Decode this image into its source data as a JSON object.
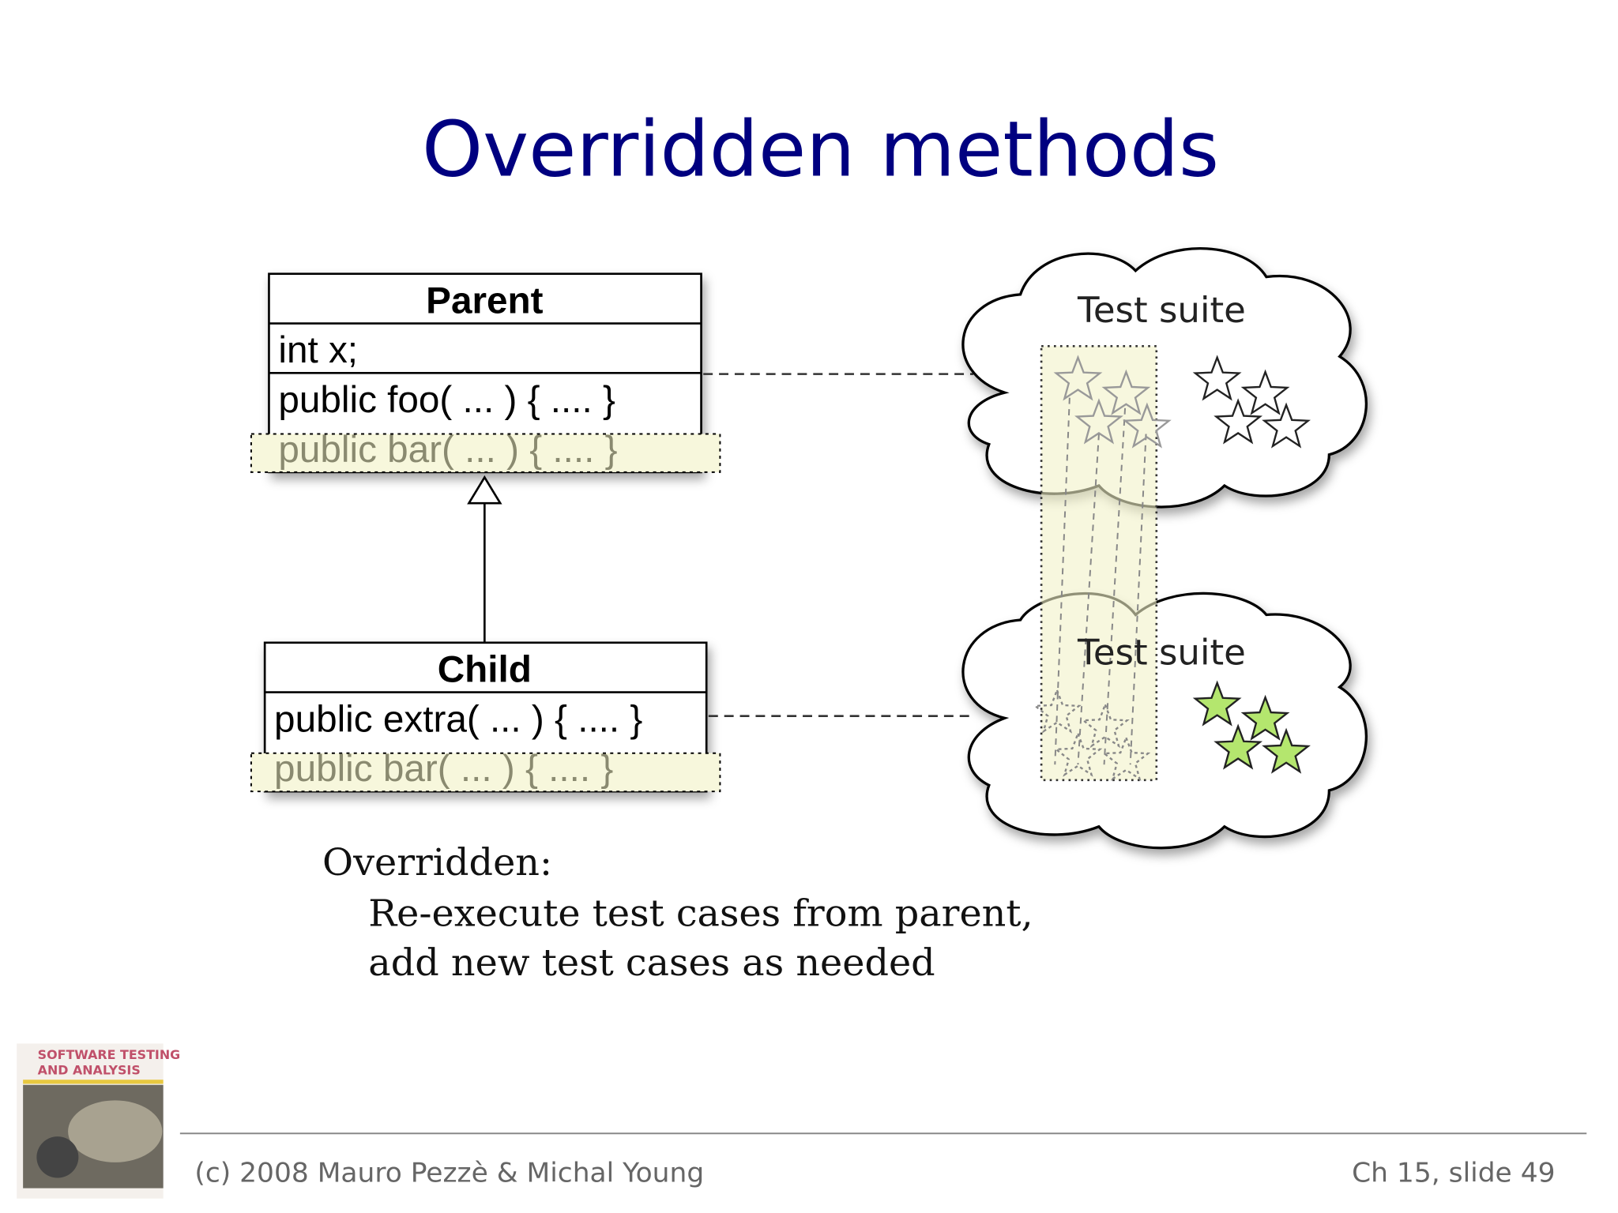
{
  "slide": {
    "title": "Overridden methods",
    "parent_class": {
      "name": "Parent",
      "field": "int x;",
      "method1": "public foo( ... ) { .... }",
      "method2": "public bar( ... ) { .... }"
    },
    "child_class": {
      "name": "Child",
      "method1": "public extra( ... ) { .... }",
      "method2": "public bar( ... ) { .... }"
    },
    "clouds": [
      {
        "label": "Test suite"
      },
      {
        "label": "Test suite"
      }
    ],
    "note": {
      "heading": "Overridden:",
      "line1": "Re-execute test cases from parent,",
      "line2": "add new test cases as needed"
    },
    "footer": {
      "copyright": "(c) 2008 Mauro Pezzè & Michal Young",
      "slide_number": "Ch 15, slide 49"
    },
    "book_cover": {
      "title_line1": "SOFTWARE TESTING",
      "title_line2": "AND ANALYSIS"
    },
    "colors": {
      "title": "#000080",
      "highlight": "#f7f7dc",
      "new_star": "#b4e66e"
    }
  }
}
